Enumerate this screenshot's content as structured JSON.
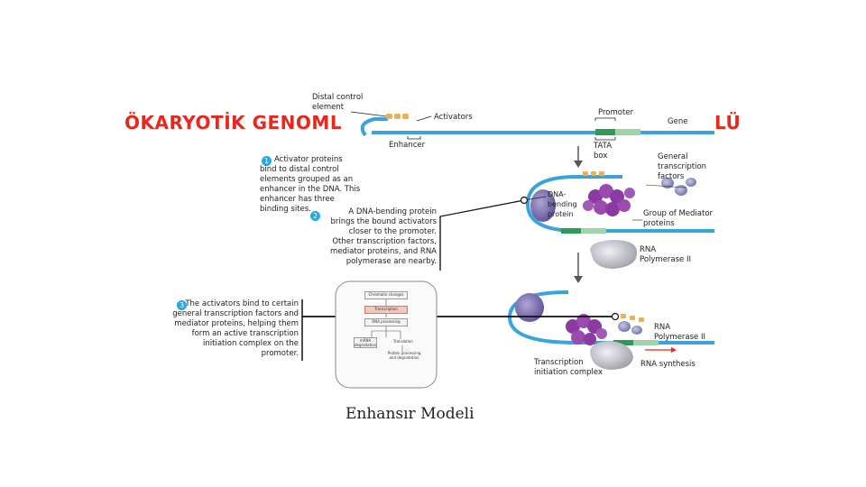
{
  "title_left": "ÖKARYOTİK GENOML",
  "title_right": "LÜ",
  "caption": "Enhansır Modeli",
  "labels": {
    "distal_control_element": "Distal control element",
    "activators": "Activators",
    "promoter": "Promoter",
    "gene": "Gene",
    "enhancer": "Enhancer",
    "tata_box": "TATA box",
    "general_transcription_factors": "General transcription factors",
    "dna_bending_protein": "DNA-bending protein",
    "group_of_mediator_proteins": "Group of Mediator proteins",
    "rna_polymerase_ii_top": "RNA Polymerase II",
    "rna_polymerase_ii_bottom": "RNA Polymerase II",
    "transcription_initiation_complex": "Transcription initiation complex",
    "rna_synthesis": "RNA synthesis"
  },
  "steps": [
    {
      "num": "1",
      "text": "Activator proteins bind to distal control elements grouped as an enhancer in the DNA. This enhancer has three binding sites."
    },
    {
      "num": "2",
      "text": "A DNA-bending protein brings the bound activators closer to the promoter. Other transcription factors, mediator proteins, and RNA polymerase are nearby."
    },
    {
      "num": "3",
      "text": "The activators bind to certain general transcription factors and mediator proteins, helping them form an active transcription initiation complex on the promoter."
    }
  ],
  "flowchart": {
    "box1": "Chromatin changes",
    "box2": "Transcription",
    "box3": "RNA processing",
    "box4": "mRNA degradation",
    "box5": "Translation",
    "box6": "Protein processing and degradation"
  },
  "colors": {
    "title": "#e8281c",
    "step_circle": "#29a7e1",
    "dna_blue": "#3aa3dc",
    "promoter_green": "#2e9a5a",
    "gene_green": "#9fd3a8",
    "mediator_purple": "#8a3aa0",
    "activator_orange": "#e7b15a",
    "dna_bending_purple": "#7060a8",
    "polymerase_gray": "#b8b8c0",
    "gtf_purple": "#9c9cc8"
  }
}
